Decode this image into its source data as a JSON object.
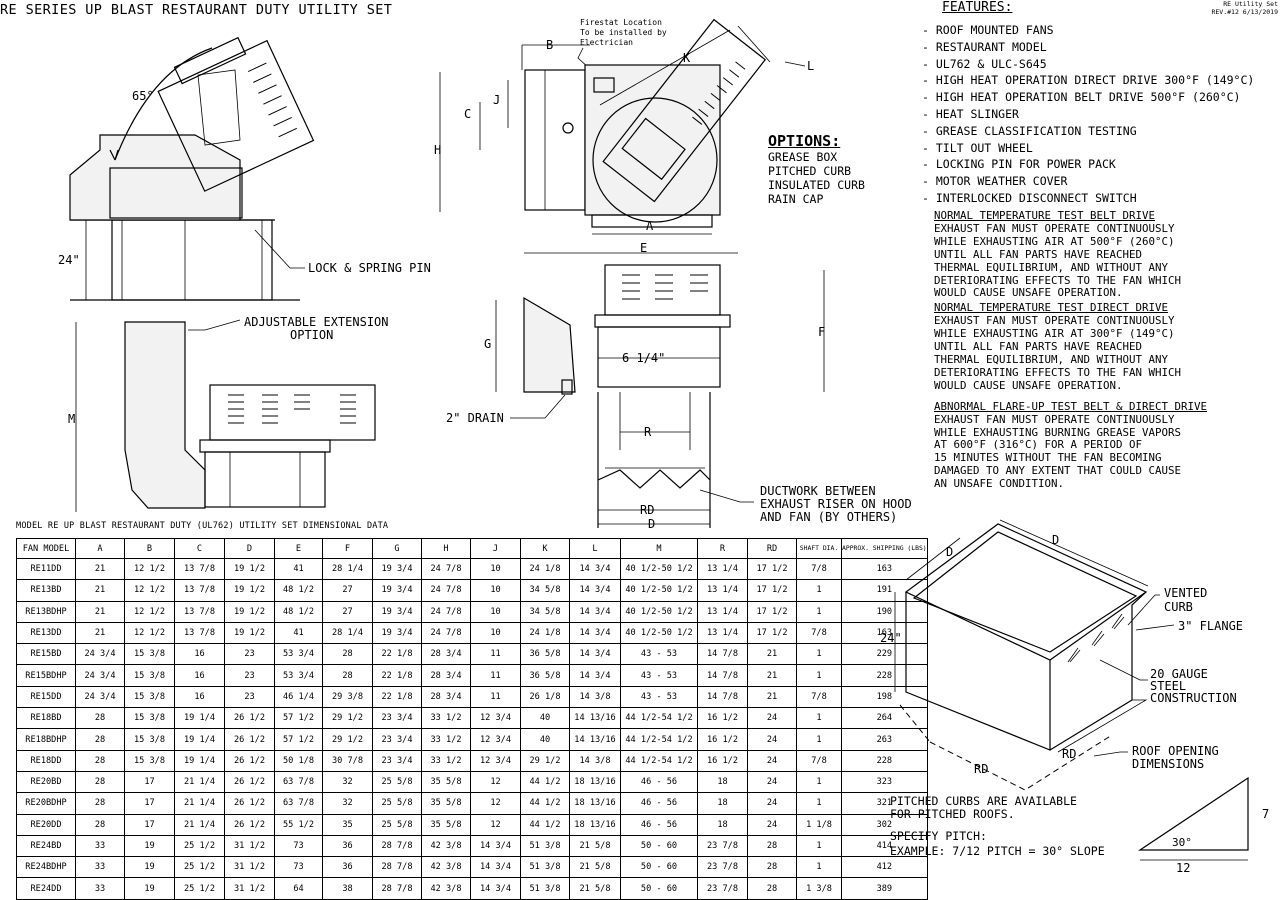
{
  "title": "RE SERIES UP BLAST RESTAURANT DUTY UTILITY SET",
  "revision": {
    "line1": "RE Utility Set",
    "line2": "REV.#12 6/13/2019"
  },
  "features": {
    "heading": "FEATURES:",
    "items": [
      "- ROOF MOUNTED FANS",
      "- RESTAURANT MODEL",
      "- UL762 & ULC-S645",
      "- HIGH HEAT OPERATION DIRECT DRIVE 300°F (149°C)",
      "- HIGH HEAT OPERATION BELT DRIVE 500°F (260°C)",
      "- HEAT SLINGER",
      "- GREASE CLASSIFICATION TESTING",
      "- TILT OUT WHEEL",
      "- LOCKING PIN FOR POWER PACK",
      "- MOTOR WEATHER COVER",
      "- INTERLOCKED DISCONNECT SWITCH"
    ]
  },
  "tests": [
    {
      "heading": "NORMAL TEMPERATURE TEST BELT DRIVE",
      "body": "EXHAUST FAN MUST OPERATE CONTINUOUSLY\nWHILE EXHAUSTING AIR AT 500°F (260°C)\nUNTIL ALL FAN PARTS HAVE REACHED\nTHERMAL EQUILIBRIUM, AND WITHOUT ANY\nDETERIORATING EFFECTS TO THE FAN WHICH\nWOULD CAUSE UNSAFE OPERATION."
    },
    {
      "heading": "NORMAL TEMPERATURE TEST DIRECT DRIVE",
      "body": "EXHAUST FAN MUST OPERATE CONTINUOUSLY\nWHILE EXHAUSTING AIR AT 300°F (149°C)\nUNTIL ALL FAN PARTS HAVE REACHED\nTHERMAL EQUILIBRIUM, AND WITHOUT ANY\nDETERIORATING EFFECTS TO THE FAN WHICH\nWOULD CAUSE UNSAFE OPERATION."
    },
    {
      "heading": "ABNORMAL FLARE-UP TEST BELT & DIRECT DRIVE",
      "body": "EXHAUST FAN MUST OPERATE CONTINUOUSLY\nWHILE EXHAUSTING BURNING GREASE VAPORS\nAT 600°F (316°C) FOR A PERIOD OF\n15 MINUTES WITHOUT THE FAN BECOMING\nDAMAGED TO ANY EXTENT THAT COULD CAUSE\nAN UNSAFE CONDITION."
    }
  ],
  "options": {
    "heading": "OPTIONS:",
    "items": [
      "GREASE BOX",
      "PITCHED CURB",
      "INSULATED CURB",
      "RAIN CAP"
    ]
  },
  "drawing_labels": {
    "angle": "65°",
    "height_24": "24\"",
    "lock_pin": "LOCK & SPRING PIN",
    "adj_ext_1": "ADJUSTABLE EXTENSION",
    "adj_ext_2": "OPTION",
    "dim_m": "M",
    "firestat_1": "Firestat Location",
    "firestat_2": "To be installed by",
    "firestat_3": "Electrician",
    "dim_b": "B",
    "dim_k": "K",
    "dim_l": "L",
    "dim_c": "C",
    "dim_j": "J",
    "dim_h": "H",
    "dim_a": "A",
    "dim_e": "E",
    "dim_f": "F",
    "dim_g": "G",
    "six_quarter": "6 1/4\"",
    "drain": "2\" DRAIN",
    "dim_r": "R",
    "dim_rd": "RD",
    "dim_d": "D",
    "ductwork_1": "DUCTWORK BETWEEN",
    "ductwork_2": "EXHAUST RISER ON HOOD",
    "ductwork_3": "AND FAN (BY OTHERS)"
  },
  "curb_labels": {
    "d_top": "D",
    "d_left": "D",
    "h24": "24\"",
    "vented_1": "VENTED",
    "vented_2": "CURB",
    "flange": "3\" FLANGE",
    "gauge_1": "20 GAUGE",
    "gauge_2": "STEEL",
    "gauge_3": "CONSTRUCTION",
    "rd_bottom": "RD",
    "rd_right": "RD",
    "roof_1": "ROOF OPENING",
    "roof_2": "DIMENSIONS"
  },
  "pitch": {
    "note_1": "PITCHED CURBS ARE AVAILABLE",
    "note_2": "FOR PITCHED ROOFS.",
    "specify": "SPECIFY PITCH:",
    "example": "EXAMPLE: 7/12 PITCH = 30° SLOPE",
    "rise": "7",
    "run": "12",
    "angle": "30°"
  },
  "table": {
    "caption": "MODEL RE UP BLAST RESTAURANT DUTY (UL762) UTILITY SET DIMENSIONAL DATA",
    "headers": [
      "FAN MODEL",
      "A",
      "B",
      "C",
      "D",
      "E",
      "F",
      "G",
      "H",
      "J",
      "K",
      "L",
      "M",
      "R",
      "RD",
      "SHAFT DIA.",
      "APPROX. SHIPPING (LBS)"
    ],
    "rows": [
      [
        "RE11DD",
        "21",
        "12 1/2",
        "13 7/8",
        "19 1/2",
        "41",
        "28 1/4",
        "19 3/4",
        "24 7/8",
        "10",
        "24 1/8",
        "14 3/4",
        "40 1/2-50 1/2",
        "13 1/4",
        "17 1/2",
        "7/8",
        "163"
      ],
      [
        "RE13BD",
        "21",
        "12 1/2",
        "13 7/8",
        "19 1/2",
        "48 1/2",
        "27",
        "19 3/4",
        "24 7/8",
        "10",
        "34 5/8",
        "14 3/4",
        "40 1/2-50 1/2",
        "13 1/4",
        "17 1/2",
        "1",
        "191"
      ],
      [
        "RE13BDHP",
        "21",
        "12 1/2",
        "13 7/8",
        "19 1/2",
        "48 1/2",
        "27",
        "19 3/4",
        "24 7/8",
        "10",
        "34 5/8",
        "14 3/4",
        "40 1/2-50 1/2",
        "13 1/4",
        "17 1/2",
        "1",
        "190"
      ],
      [
        "RE13DD",
        "21",
        "12 1/2",
        "13 7/8",
        "19 1/2",
        "41",
        "28 1/4",
        "19 3/4",
        "24 7/8",
        "10",
        "24 1/8",
        "14 3/4",
        "40 1/2-50 1/2",
        "13 1/4",
        "17 1/2",
        "7/8",
        "163"
      ],
      [
        "RE15BD",
        "24 3/4",
        "15 3/8",
        "16",
        "23",
        "53 3/4",
        "28",
        "22 1/8",
        "28 3/4",
        "11",
        "36 5/8",
        "14 3/4",
        "43 - 53",
        "14 7/8",
        "21",
        "1",
        "229"
      ],
      [
        "RE15BDHP",
        "24 3/4",
        "15 3/8",
        "16",
        "23",
        "53 3/4",
        "28",
        "22 1/8",
        "28 3/4",
        "11",
        "36 5/8",
        "14 3/4",
        "43 - 53",
        "14 7/8",
        "21",
        "1",
        "228"
      ],
      [
        "RE15DD",
        "24 3/4",
        "15 3/8",
        "16",
        "23",
        "46 1/4",
        "29 3/8",
        "22 1/8",
        "28 3/4",
        "11",
        "26 1/8",
        "14 3/8",
        "43 - 53",
        "14 7/8",
        "21",
        "7/8",
        "198"
      ],
      [
        "RE18BD",
        "28",
        "15 3/8",
        "19 1/4",
        "26 1/2",
        "57 1/2",
        "29 1/2",
        "23 3/4",
        "33 1/2",
        "12 3/4",
        "40",
        "14 13/16",
        "44 1/2-54 1/2",
        "16 1/2",
        "24",
        "1",
        "264"
      ],
      [
        "RE18BDHP",
        "28",
        "15 3/8",
        "19 1/4",
        "26 1/2",
        "57 1/2",
        "29 1/2",
        "23 3/4",
        "33 1/2",
        "12 3/4",
        "40",
        "14 13/16",
        "44 1/2-54 1/2",
        "16 1/2",
        "24",
        "1",
        "263"
      ],
      [
        "RE18DD",
        "28",
        "15 3/8",
        "19 1/4",
        "26 1/2",
        "50 1/8",
        "30 7/8",
        "23 3/4",
        "33 1/2",
        "12 3/4",
        "29 1/2",
        "14 3/8",
        "44 1/2-54 1/2",
        "16 1/2",
        "24",
        "7/8",
        "228"
      ],
      [
        "RE20BD",
        "28",
        "17",
        "21 1/4",
        "26 1/2",
        "63 7/8",
        "32",
        "25 5/8",
        "35 5/8",
        "12",
        "44 1/2",
        "18 13/16",
        "46 - 56",
        "18",
        "24",
        "1",
        "323"
      ],
      [
        "RE20BDHP",
        "28",
        "17",
        "21 1/4",
        "26 1/2",
        "63 7/8",
        "32",
        "25 5/8",
        "35 5/8",
        "12",
        "44 1/2",
        "18 13/16",
        "46 - 56",
        "18",
        "24",
        "1",
        "321"
      ],
      [
        "RE20DD",
        "28",
        "17",
        "21 1/4",
        "26 1/2",
        "55 1/2",
        "35",
        "25 5/8",
        "35 5/8",
        "12",
        "44 1/2",
        "18 13/16",
        "46 - 56",
        "18",
        "24",
        "1 1/8",
        "302"
      ],
      [
        "RE24BD",
        "33",
        "19",
        "25 1/2",
        "31 1/2",
        "73",
        "36",
        "28 7/8",
        "42 3/8",
        "14 3/4",
        "51 3/8",
        "21 5/8",
        "50 - 60",
        "23 7/8",
        "28",
        "1",
        "414"
      ],
      [
        "RE24BDHP",
        "33",
        "19",
        "25 1/2",
        "31 1/2",
        "73",
        "36",
        "28 7/8",
        "42 3/8",
        "14 3/4",
        "51 3/8",
        "21 5/8",
        "50 - 60",
        "23 7/8",
        "28",
        "1",
        "412"
      ],
      [
        "RE24DD",
        "33",
        "19",
        "25 1/2",
        "31 1/2",
        "64",
        "38",
        "28 7/8",
        "42 3/8",
        "14 3/4",
        "51 3/8",
        "21 5/8",
        "50 - 60",
        "23 7/8",
        "28",
        "1 3/8",
        "389"
      ]
    ]
  }
}
